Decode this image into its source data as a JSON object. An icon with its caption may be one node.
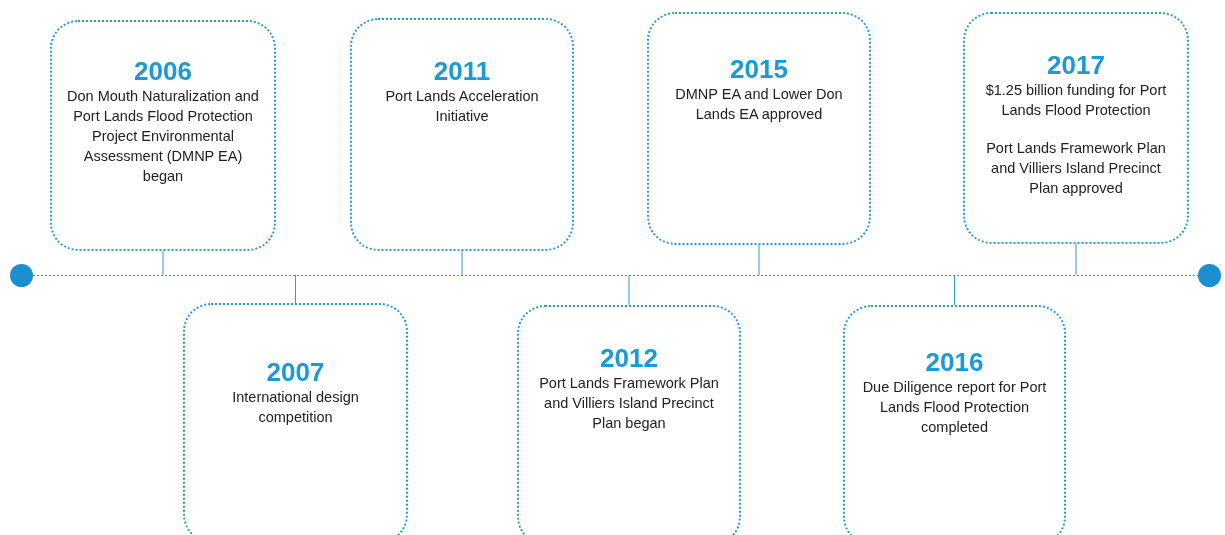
{
  "diagram": {
    "nodes": [
      {
        "text": [],
        "shape": "circle"
      },
      {
        "text": [
          "2006",
          "Don Mouth Naturalization and Port Lands Flood Protection Project Environmental Assessment (DMNP EA) began"
        ]
      },
      {
        "text": [
          "2007",
          "International design competition"
        ]
      },
      {
        "text": [
          "2011",
          "Port Lands Acceleration Initiative"
        ]
      },
      {
        "text": [
          "2012",
          "Port Lands Framework Plan and Villiers Island Precinct Plan began"
        ]
      },
      {
        "text": [
          "2015",
          "DMNP EA and Lower Don Lands EA approved"
        ]
      },
      {
        "text": [
          "2016",
          "Due Diligence report for Port Lands Flood Protection completed"
        ]
      },
      {
        "text": [
          "2017",
          "$1.25 billion funding for Port Lands Flood Protection",
          "Port Lands Framework Plan and Villiers Island Precinct Plan approved"
        ]
      },
      {
        "text": [],
        "shape": "circle"
      }
    ],
    "edges": [
      {
        "from": 0,
        "to": 8,
        "arrow": "none",
        "style": "dashed"
      },
      {
        "from": 1,
        "to": null,
        "arrow": "none"
      },
      {
        "from": 2,
        "to": null,
        "arrow": "none"
      },
      {
        "from": 3,
        "to": null,
        "arrow": "none"
      },
      {
        "from": 4,
        "to": null,
        "arrow": "none"
      },
      {
        "from": 5,
        "to": null,
        "arrow": "none"
      },
      {
        "from": 6,
        "to": null,
        "arrow": "none"
      },
      {
        "from": 7,
        "to": null,
        "arrow": "none"
      }
    ]
  }
}
